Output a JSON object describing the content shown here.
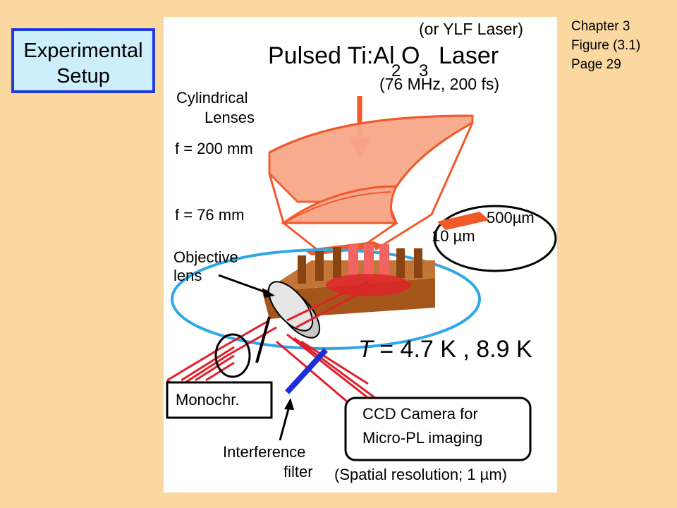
{
  "title": {
    "line1": "Experimental",
    "line2": "Setup"
  },
  "reference": {
    "chapter": "Chapter 3",
    "figure": "Figure (3.1)",
    "page": "Page 29"
  },
  "diagram": {
    "laser_alt": "(or YLF Laser)",
    "laser_pre": "Pulsed Ti:Al",
    "laser_sub2": "2",
    "laser_O": "O",
    "laser_sub3": "3",
    "laser_post": "Laser",
    "laser_params": "(76 MHz, 200 fs)",
    "cyl_lenses_1": "Cylindrical",
    "cyl_lenses_2": "Lenses",
    "f1": "f = 200 mm",
    "f2": "f = 76 mm",
    "spot_long": "500µm",
    "spot_short": "10 µm",
    "objective_1": "Objective",
    "objective_2": "lens",
    "temperature_T": "T",
    "temperature_rest": " = 4.7 K , 8.9 K",
    "monochromator": "Monochr.",
    "ccd_1": "CCD Camera for",
    "ccd_2": "Micro-PL imaging",
    "interference_1": "Interference",
    "interference_2": "filter",
    "resolution": "(Spatial resolution; 1 µm)"
  },
  "colors": {
    "background": "#FAD8A0",
    "title_fill": "#CDEEFB",
    "title_border": "#1E3AE0",
    "laser_red": "#F05A2A",
    "lens_fill": "#F7A88A",
    "beam_red": "#E0202A",
    "cryostat_blue": "#2FA7E8",
    "sample_brown": "#A4561A",
    "filter_blue": "#1E2FD8"
  }
}
